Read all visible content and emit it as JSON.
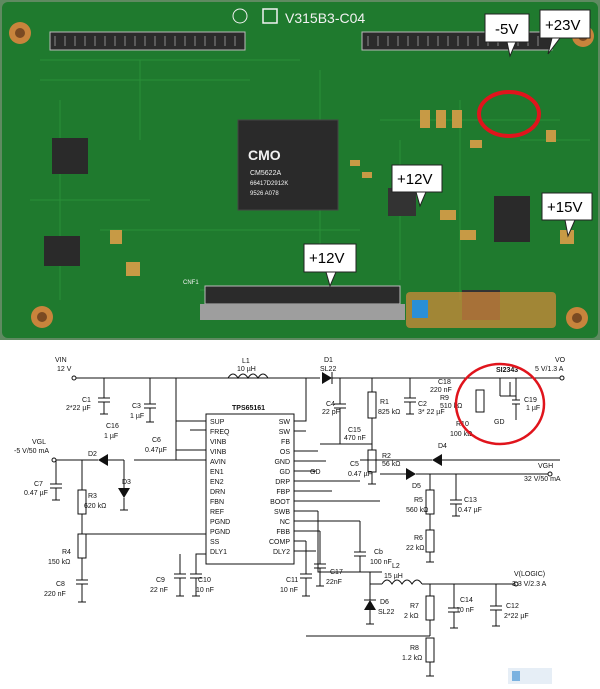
{
  "board": {
    "model": "V315B3-C04",
    "chip_brand": "CMO",
    "chip_lines": [
      "CM5622A",
      "66417D2912K",
      "9526 A078"
    ],
    "connector": "CNF1",
    "pin_mark": "1",
    "callouts": {
      "neg5": "-5V",
      "p23": "+23V",
      "p12a": "+12V",
      "p15": "+15V",
      "p12b": "+12V"
    },
    "colors": {
      "pcb": "#1f7a2e",
      "highlight_ring": "#e0141c"
    }
  },
  "schematic": {
    "vin": {
      "label": "VIN",
      "value": "12 V"
    },
    "vo": {
      "label": "VO",
      "value": "5 V/1.3 A"
    },
    "vgl": {
      "label": "VGL",
      "value": "-5 V/50 mA"
    },
    "vgh": {
      "label": "VGH",
      "value": "32 V/50 mA"
    },
    "vlogic": {
      "label": "V(LOGIC)",
      "value": "3.3 V/2.3 A"
    },
    "ic": {
      "name": "TPS65161",
      "left_pins": [
        "SUP",
        "FREQ",
        "VINB",
        "VINB",
        "AVIN",
        "EN1",
        "EN2",
        "DRN",
        "FBN",
        "REF",
        "PGND",
        "PGND",
        "SS",
        "DLY1"
      ],
      "right_pins": [
        "SW",
        "SW",
        "FB",
        "OS",
        "GND",
        "GD",
        "DRP",
        "FBP",
        "BOOT",
        "SWB",
        "NC",
        "FBB",
        "COMP",
        "DLY2"
      ]
    },
    "mosfet": "SI2343",
    "gd_label": "GD",
    "parts": {
      "L1": "L1",
      "L1v": "10 µH",
      "D1": "D1",
      "D1v": "SL22",
      "C1": "C1",
      "C1v": "2*22 µF",
      "C3": "C3",
      "C3v": "1 µF",
      "C4": "C4",
      "C4v": "22 pF",
      "R1": "R1",
      "R1v": "825 kΩ",
      "C2": "C2",
      "C2v": "3* 22 µF",
      "C15": "C15",
      "C15v": "470 nF",
      "R2": "R2",
      "R2v": "56 kΩ",
      "C5": "C5",
      "C5v": "0.47 µF",
      "C18": "C18",
      "C18v": "220 nF",
      "R9": "R9",
      "R9v": "510 kΩ",
      "C19": "C19",
      "C19v": "1 µF",
      "R10": "R10",
      "R10v": "100 kΩ",
      "D4": "D4",
      "D5": "D5",
      "R5": "R5",
      "R5v": "560 kΩ",
      "C13": "C13",
      "C13v": "0.47 µF",
      "R6": "R6",
      "R6v": "22 kΩ",
      "C16": "C16",
      "C16v": "1 µF",
      "C6": "C6",
      "C6v": "0.47µF",
      "D2": "D2",
      "D3": "D3",
      "C7": "C7",
      "C7v": "0.47 µF",
      "R3": "R3",
      "R3v": "620 kΩ",
      "R4": "R4",
      "R4v": "150 kΩ",
      "C8": "C8",
      "C8v": "220 nF",
      "C9": "C9",
      "C9v": "22 nF",
      "C10": "C10",
      "C10v": "10 nF",
      "C11": "C11",
      "C11v": "10 nF",
      "C17": "C17",
      "C17v": "22nF",
      "Cb": "Cb",
      "Cbv": "100 nF",
      "L2": "L2",
      "L2v": "15 µH",
      "D6": "D6",
      "D6v": "SL22",
      "R7": "R7",
      "R7v": "2 kΩ",
      "C14": "C14",
      "C14v": "10 nF",
      "C12": "C12",
      "C12v": "2*22 µF",
      "R8": "R8",
      "R8v": "1.2 kΩ"
    }
  }
}
